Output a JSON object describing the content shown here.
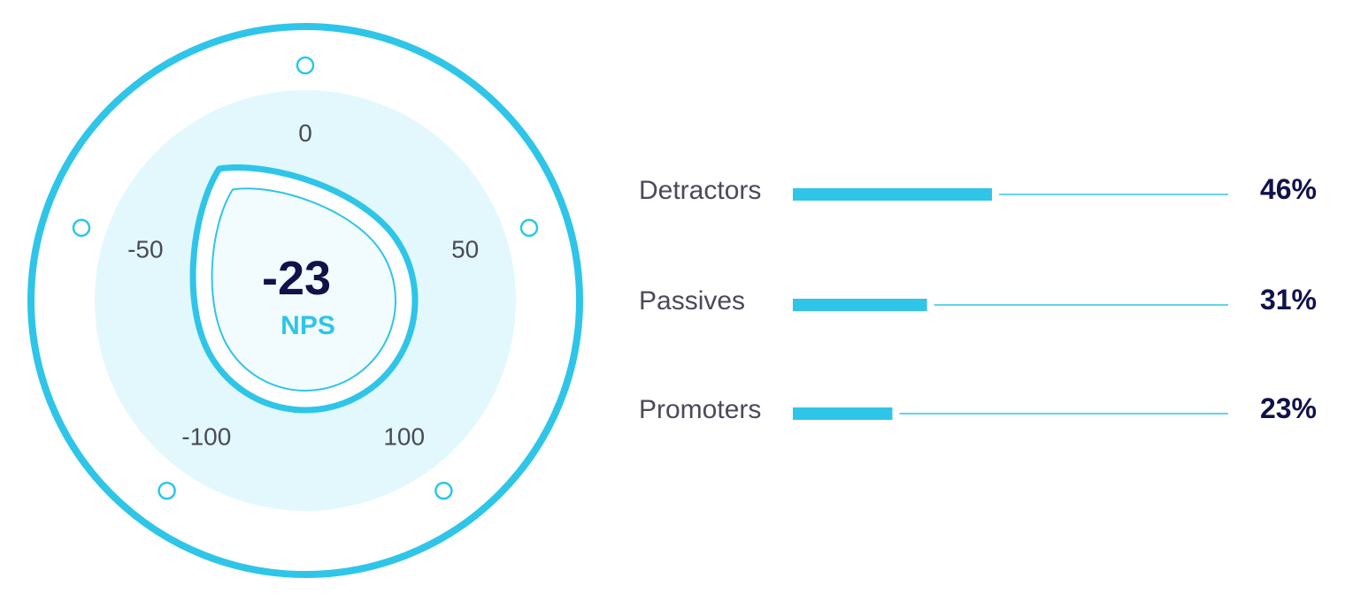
{
  "chart_data": {
    "type": "gauge",
    "gauge": {
      "value": -23,
      "value_label": "-23",
      "unit": "NPS",
      "range": [
        -100,
        100
      ],
      "tick_labels": [
        "0",
        "50",
        "100",
        "-100",
        "-50"
      ]
    },
    "segments": {
      "type": "bar",
      "categories": [
        "Detractors",
        "Passives",
        "Promoters"
      ],
      "values": [
        46,
        31,
        23
      ],
      "value_labels": [
        "46%",
        "31%",
        "23%"
      ],
      "xlim": [
        0,
        100
      ]
    }
  },
  "colors": {
    "accent": "#2ec5e8",
    "light_fill": "#e2f8fd",
    "inner_fill": "#f2fcfe",
    "value_text": "#10124a",
    "label_text": "#4a4a5a"
  }
}
